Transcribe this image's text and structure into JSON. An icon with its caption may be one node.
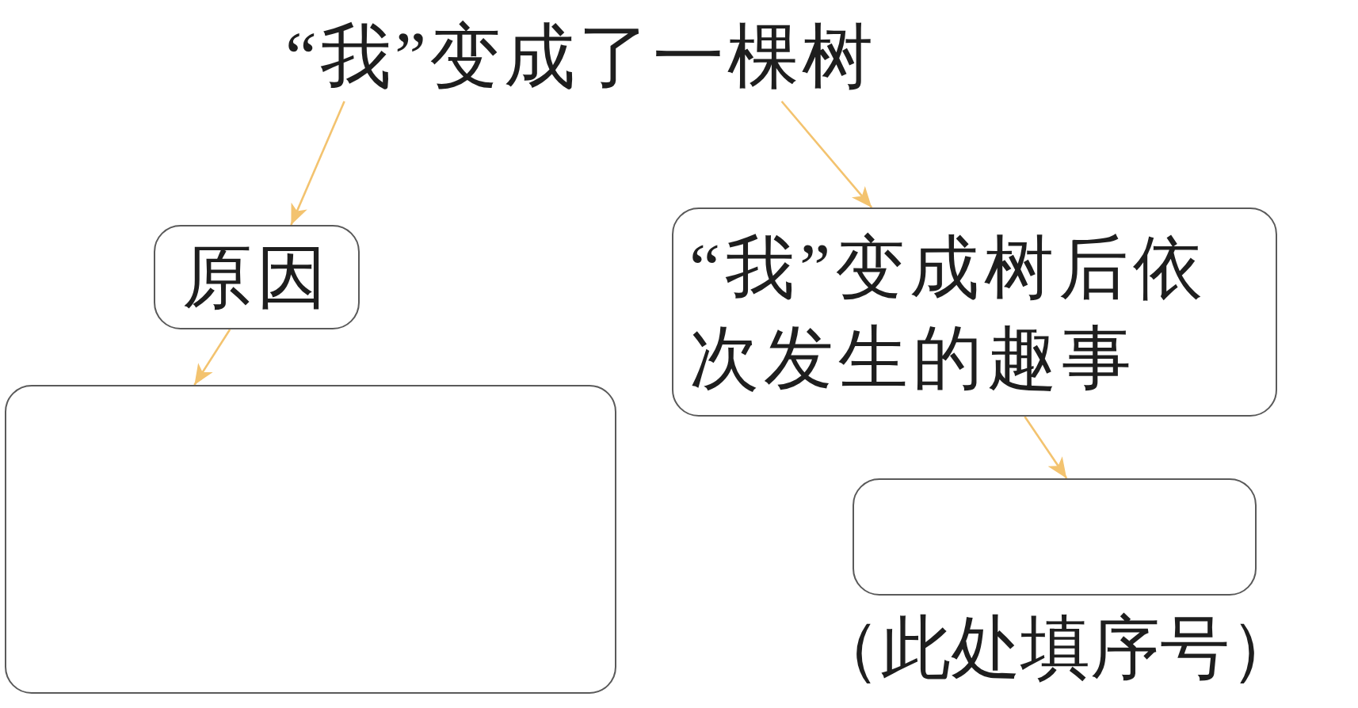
{
  "diagram": {
    "nodes": [
      {
        "text": [
          "“我”变成了一棵树"
        ]
      },
      {
        "text": [
          "原因"
        ]
      },
      {
        "text": [],
        "shape": "box"
      },
      {
        "text": [
          "“我”变成树后依次发生的趣事"
        ]
      },
      {
        "text": [],
        "shape": "box",
        "beside": [
          "（此处填序号）"
        ]
      }
    ],
    "edges": [
      {
        "from": 0,
        "to": 1,
        "arrow": "to"
      },
      {
        "from": 0,
        "to": 3,
        "arrow": "to"
      },
      {
        "from": 1,
        "to": 2,
        "arrow": "to"
      },
      {
        "from": 3,
        "to": 4,
        "arrow": "to"
      }
    ]
  }
}
